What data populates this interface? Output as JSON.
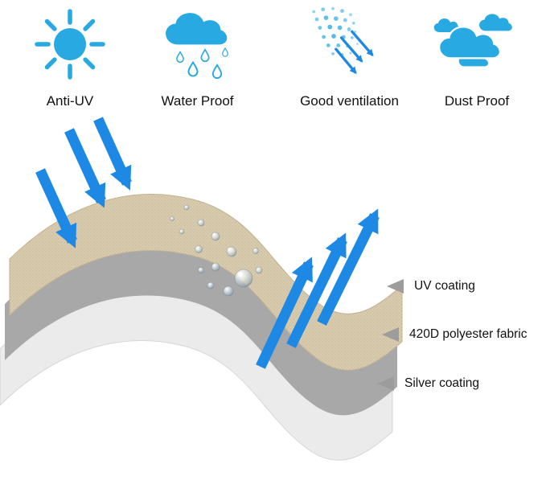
{
  "colors": {
    "icon_blue": "#29a9e2",
    "arrow_blue": "#1e88e5",
    "fabric_top_tan": "#d8cbae",
    "fabric_mid_gray": "#a8a8a8",
    "fabric_bottom_silver": "#ebebeb",
    "pointer_gray": "#9c9c9c",
    "text": "#111111",
    "background": "#ffffff"
  },
  "features": [
    {
      "label": "Anti-UV",
      "icon": "sun-icon"
    },
    {
      "label": "Water Proof",
      "icon": "rain-cloud-icon"
    },
    {
      "label": "Good ventilation",
      "icon": "spray-ventilation-icon"
    },
    {
      "label": "Dust Proof",
      "icon": "dust-clouds-icon"
    }
  ],
  "layer_callouts": [
    {
      "label": "UV coating"
    },
    {
      "label": "420D polyester fabric"
    },
    {
      "label": "Silver coating"
    }
  ]
}
